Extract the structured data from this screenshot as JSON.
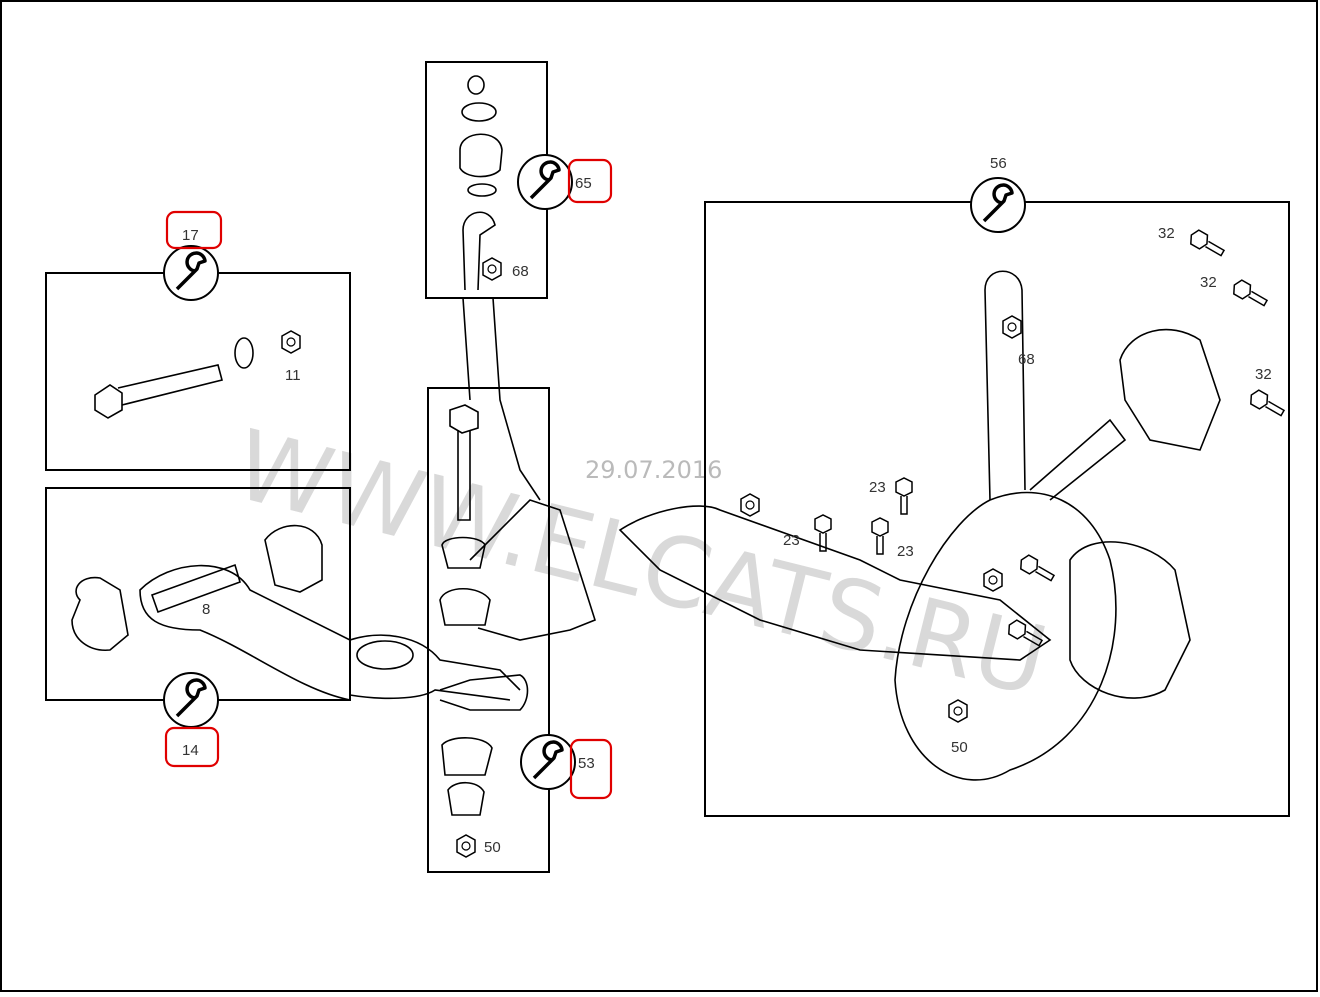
{
  "diagram": {
    "watermark": "WWW.ELCATS.RU",
    "date_stamp": "29.07.2016",
    "callouts": {
      "left_upper_wrench": "17",
      "left_upper_nut": "11",
      "left_lower_bushing_shaft": "8",
      "left_lower_wrench": "14",
      "center_top_wrench": "65",
      "center_top_nut": "68",
      "center_bottom_wrench": "53",
      "center_bottom_nut": "50",
      "right_wrench": "56",
      "right_bolt_1": "32",
      "right_bolt_2": "32",
      "right_bolt_3": "32",
      "right_nut_68": "68",
      "right_bolt_23a": "23",
      "right_bolt_23b": "23",
      "right_bolt_23c": "23",
      "right_nut_50": "50"
    },
    "highlight_color": "#e00000"
  }
}
